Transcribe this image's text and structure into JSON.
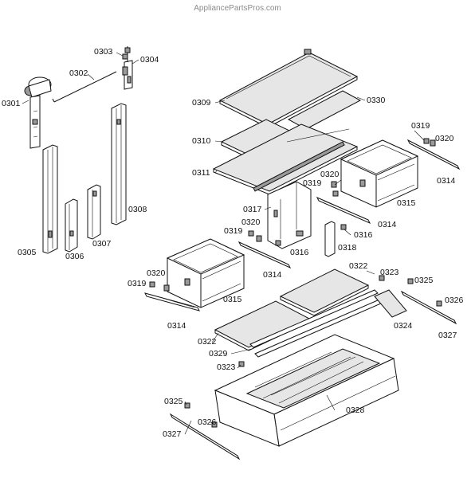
{
  "watermark": "AppliancePartsPros.com",
  "labels": {
    "0301": "0301",
    "0302": "0302",
    "0303": "0303",
    "0304": "0304",
    "0305": "0305",
    "0306": "0306",
    "0307": "0307",
    "0308": "0308",
    "0309": "0309",
    "0310": "0310",
    "0311": "0311",
    "0314a": "0314",
    "0314b": "0314",
    "0314c": "0314",
    "0314d": "0314",
    "0315a": "0315",
    "0315b": "0315",
    "0316a": "0316",
    "0316b": "0316",
    "0317": "0317",
    "0318": "0318",
    "0319a": "0319",
    "0319b": "0319",
    "0319c": "0319",
    "0319d": "0319",
    "0320a": "0320",
    "0320b": "0320",
    "0320c": "0320",
    "0320d": "0320",
    "0322a": "0322",
    "0322b": "0322",
    "0323a": "0323",
    "0323b": "0323",
    "0324": "0324",
    "0325a": "0325",
    "0325b": "0325",
    "0326a": "0326",
    "0326b": "0326",
    "0327a": "0327",
    "0327b": "0327",
    "0328": "0328",
    "0329": "0329",
    "0330": "0330"
  }
}
